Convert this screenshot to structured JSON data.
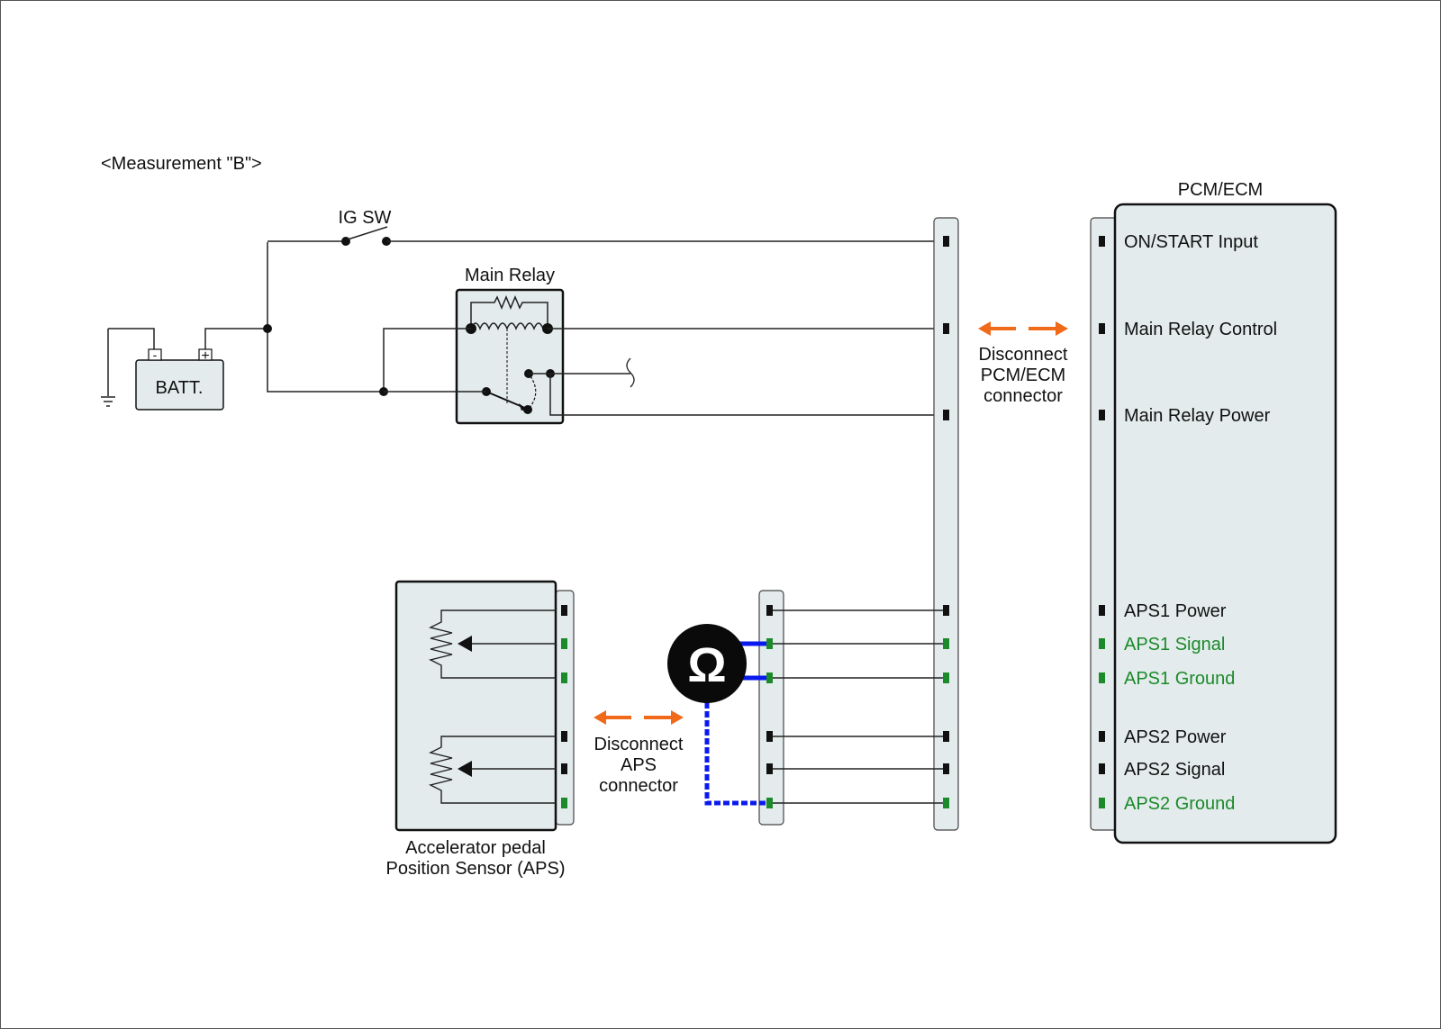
{
  "title": "<Measurement \"B\">",
  "colors": {
    "pin_black": "#111111",
    "pin_green": "#1a8a2a",
    "label_green": "#1a8a2a",
    "arrow_orange": "#f06a1a",
    "probe_blue": "#0a1aee",
    "module_fill": "#e4ebec"
  },
  "battery": {
    "label": "BATT.",
    "neg": "-",
    "pos": "+"
  },
  "ig_switch": {
    "label": "IG SW"
  },
  "main_relay": {
    "label": "Main Relay"
  },
  "pcm": {
    "title": "PCM/ECM",
    "pins": [
      {
        "label": "ON/START Input",
        "color": "black"
      },
      {
        "label": "Main Relay Control",
        "color": "black"
      },
      {
        "label": "Main Relay Power",
        "color": "black"
      },
      {
        "label": "APS1 Power",
        "color": "black"
      },
      {
        "label": "APS1 Signal",
        "color": "green"
      },
      {
        "label": "APS1 Ground",
        "color": "green"
      },
      {
        "label": "APS2 Power",
        "color": "black"
      },
      {
        "label": "APS2 Signal",
        "color": "black"
      },
      {
        "label": "APS2 Ground",
        "color": "green"
      }
    ]
  },
  "disconnect_pcm": {
    "line1": "Disconnect",
    "line2": "PCM/ECM",
    "line3": "connector"
  },
  "disconnect_aps": {
    "line1": "Disconnect",
    "line2": "APS",
    "line3": "connector"
  },
  "aps": {
    "label_line1": "Accelerator pedal",
    "label_line2": "Position Sensor (APS)",
    "pins": [
      "black",
      "green",
      "green",
      "black",
      "black",
      "green"
    ]
  },
  "ohmmeter": {
    "symbol": "Ω",
    "icon": "ohmmeter-icon"
  }
}
